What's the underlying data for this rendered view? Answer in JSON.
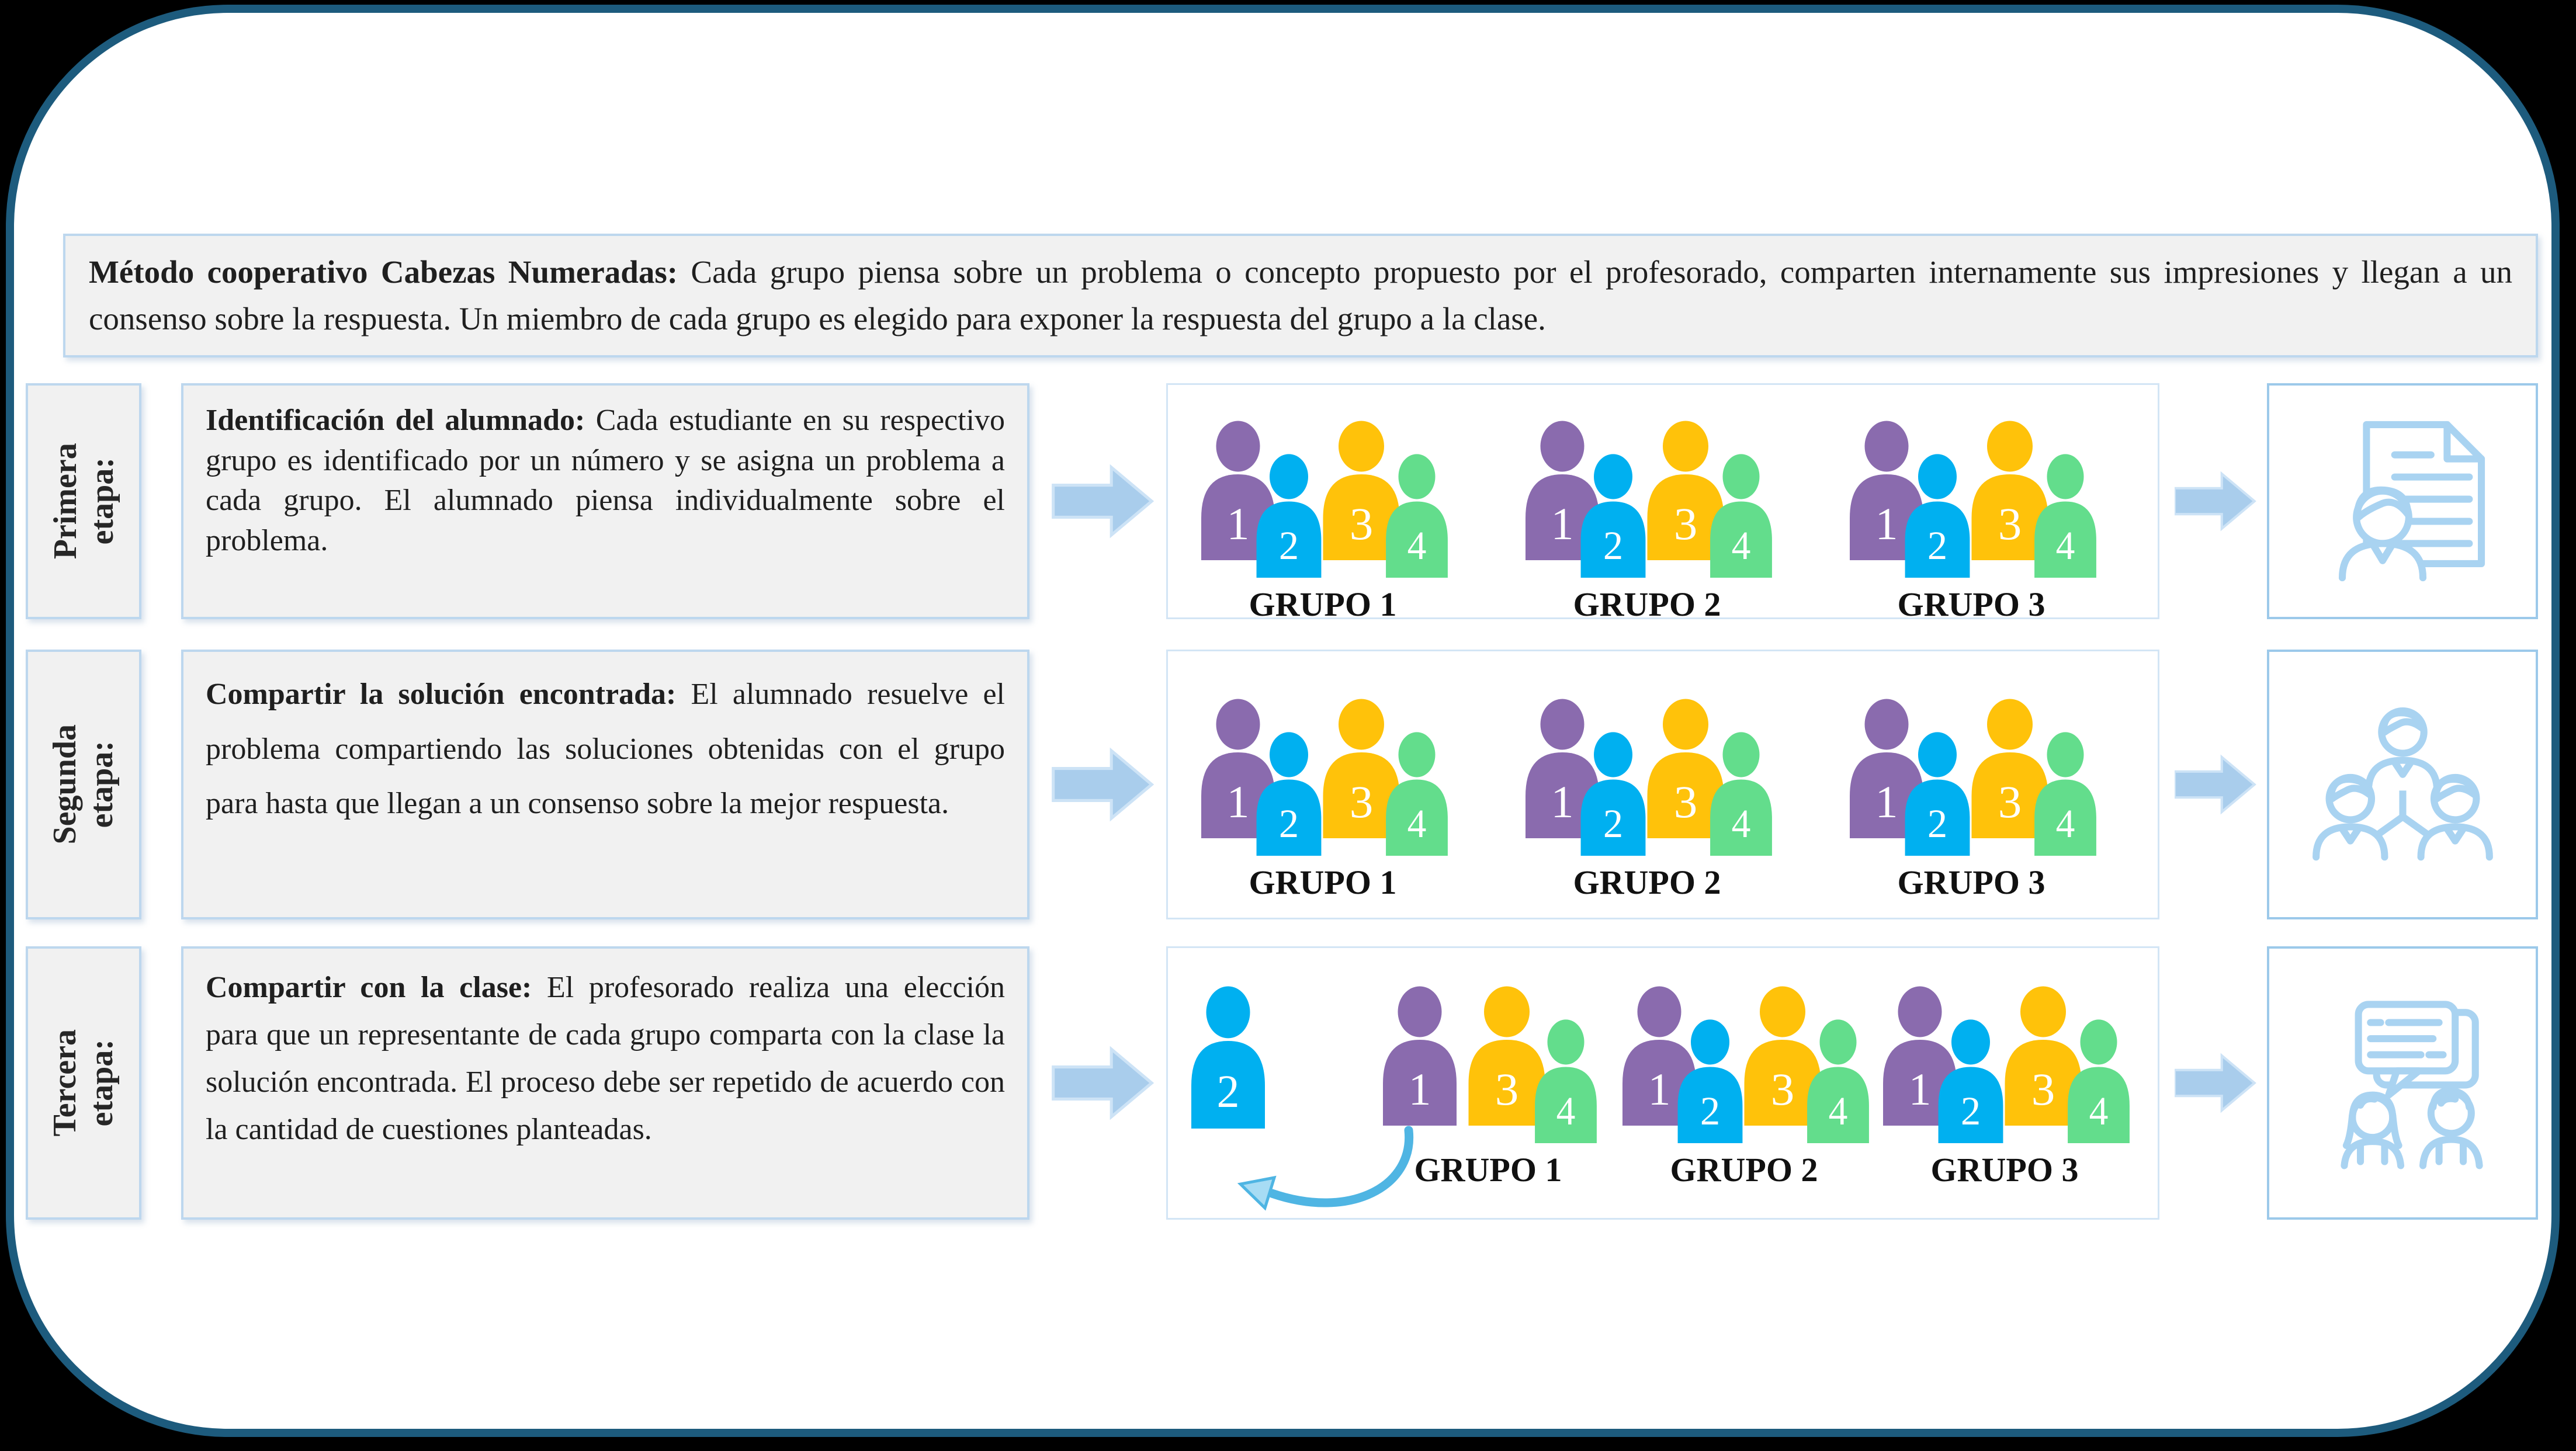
{
  "header": {
    "lead": "Método cooperativo Cabezas Numeradas:",
    "body": " Cada grupo piensa sobre un problema o concepto propuesto por el profesorado, comparten internamente sus impresiones y llegan a un consenso sobre la respuesta. Un miembro de cada grupo es elegido para exponer la respuesta del grupo a la clase."
  },
  "stages": [
    {
      "label": "Primera\netapa:",
      "lead": "Identificación del alumnado:",
      "body": " Cada estudiante en su respectivo grupo es identificado por un número y se asigna un problema a cada grupo. El alumnado piensa individualmente sobre el problema.",
      "groups": [
        {
          "name": "GRUPO 1",
          "members": [
            1,
            2,
            3,
            4
          ]
        },
        {
          "name": "GRUPO 2",
          "members": [
            1,
            2,
            3,
            4
          ]
        },
        {
          "name": "GRUPO 3",
          "members": [
            1,
            2,
            3,
            4
          ]
        }
      ],
      "icon": "student-with-document-icon"
    },
    {
      "label": "Segunda\netapa:",
      "lead": "Compartir la solución encontrada:",
      "body": " El alumnado resuelve el problema compartiendo las soluciones obtenidas con el grupo para hasta que llegan a un consenso sobre la mejor respuesta.",
      "groups": [
        {
          "name": "GRUPO 1",
          "members": [
            1,
            2,
            3,
            4
          ]
        },
        {
          "name": "GRUPO 2",
          "members": [
            1,
            2,
            3,
            4
          ]
        },
        {
          "name": "GRUPO 3",
          "members": [
            1,
            2,
            3,
            4
          ]
        }
      ],
      "icon": "team-connection-icon"
    },
    {
      "label": "Tercera\netapa:",
      "lead": "Compartir con la clase:",
      "body": " El profesorado realiza una elección para que un representante de cada grupo comparta con la clase la solución encontrada. El proceso debe ser repetido de acuerdo con la cantidad de cuestiones planteadas.",
      "presenter_number": 2,
      "groups": [
        {
          "name": "GRUPO 1",
          "members": [
            1,
            3,
            4
          ]
        },
        {
          "name": "GRUPO 2",
          "members": [
            1,
            2,
            3,
            4
          ]
        },
        {
          "name": "GRUPO 3",
          "members": [
            1,
            2,
            3,
            4
          ]
        }
      ],
      "icon": "class-discussion-icon"
    }
  ],
  "member_colors": {
    "1": "#8a6bae",
    "2": "#00b0f0",
    "3": "#ffc20a",
    "4": "#63dd8c"
  },
  "colors": {
    "card_border": "#1d5b7d",
    "box_border": "#bdd7ee",
    "box_fill": "#f1f1f1",
    "arrow_fill": "#a9cdec",
    "arrow_edge": "#cde3f6",
    "curved_arrow": "#4fb5e3",
    "icon_stroke": "#a9d3f1",
    "panel_border": "#d3e5f5"
  }
}
